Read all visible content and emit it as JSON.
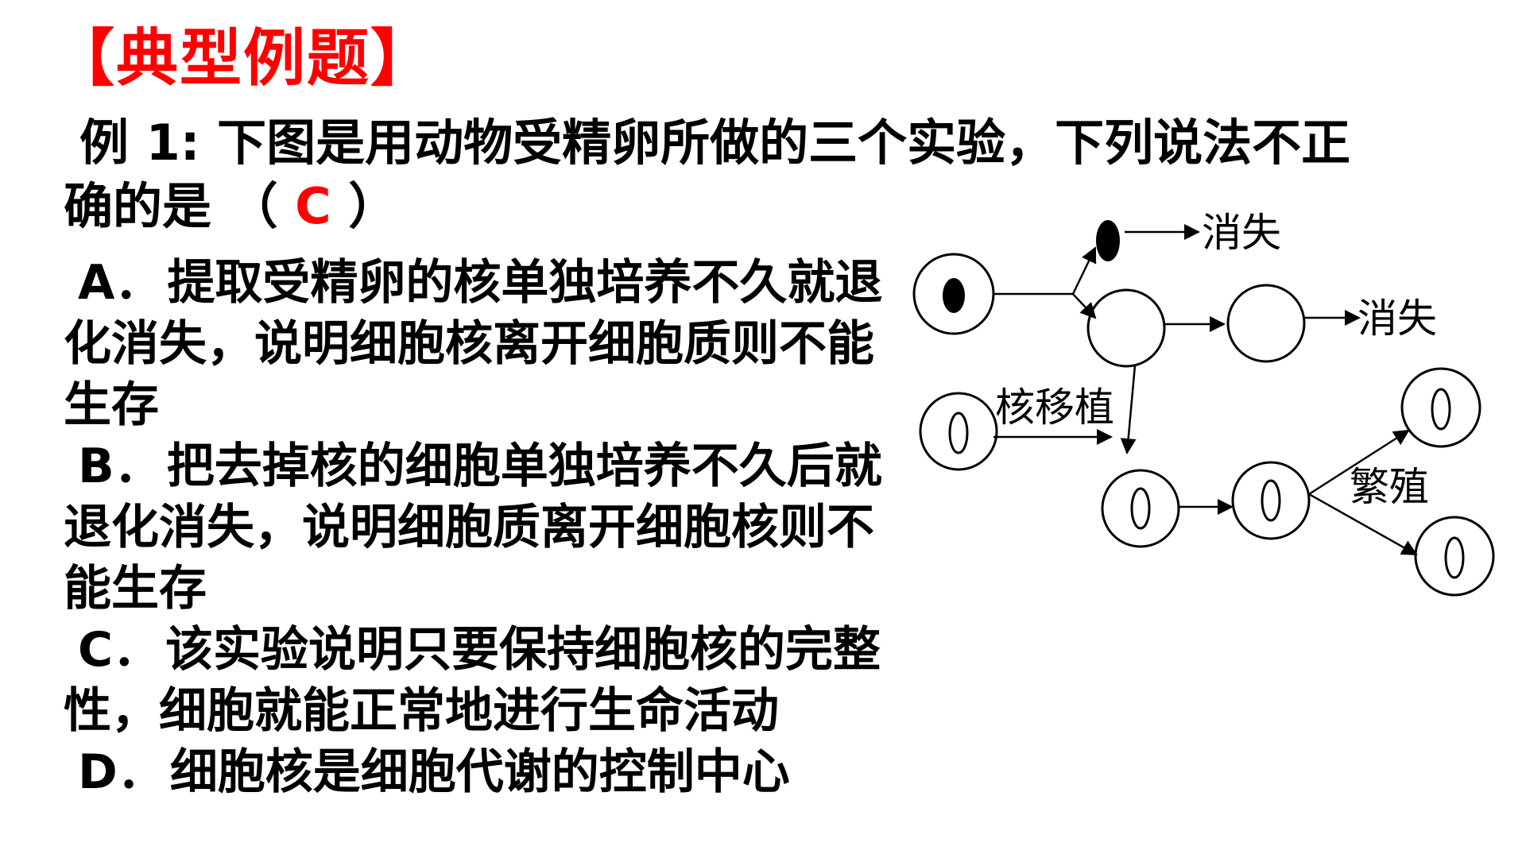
{
  "heading": "【典型例题】",
  "question": {
    "line1": "例 1: 下图是用动物受精卵所做的三个实验，下列说法不正",
    "line2_prefix": "确的是 （ ",
    "answer": "C",
    "line2_suffix": "  ）"
  },
  "options": [
    {
      "letter": "A．",
      "text": "提取受精卵的核单独培养不久就退化消失，说明细胞核离开细胞质则不能生存"
    },
    {
      "letter": "B．",
      "text": "把去掉核的细胞单独培养不久后就退化消失，说明细胞质离开细胞核则不能生存"
    },
    {
      "letter": "C．",
      "text": "该实验说明只要保持细胞核的完整性，细胞就能正常地进行生命活动"
    },
    {
      "letter": "D．",
      "text": "细胞核是细胞代谢的控制中心"
    }
  ],
  "diagram": {
    "label_disappear_1": "消失",
    "label_disappear_2": "消失",
    "label_transplant": "核移植",
    "label_reproduce": "繁殖"
  }
}
